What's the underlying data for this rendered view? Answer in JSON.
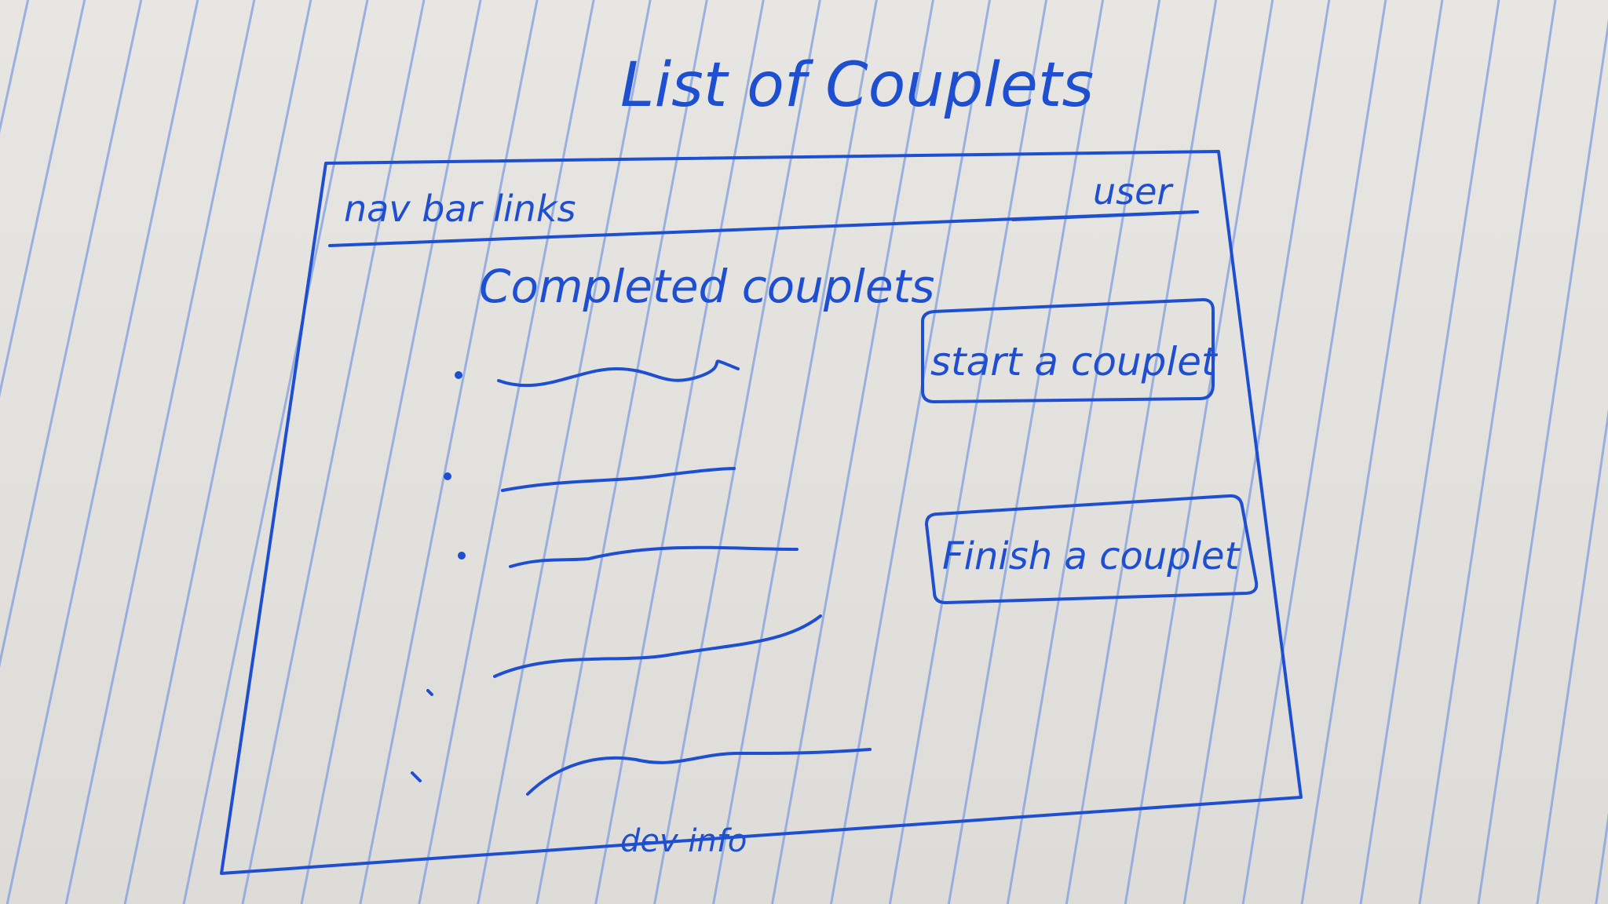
{
  "page_title": "List of Couplets",
  "navbar": {
    "links_label": "nav bar links",
    "user_label": "user"
  },
  "main": {
    "section_heading": "Completed couplets",
    "list_items": [
      "",
      "",
      "",
      "",
      ""
    ]
  },
  "sidebar": {
    "start_button_label": "start a couplet",
    "finish_button_label": "Finish a couplet"
  },
  "footer": {
    "dev_info_label": "dev info"
  },
  "colors": {
    "ink": "#1f4fd1",
    "paper": "#e6e4e0",
    "ruling": "#7f9fe0"
  }
}
